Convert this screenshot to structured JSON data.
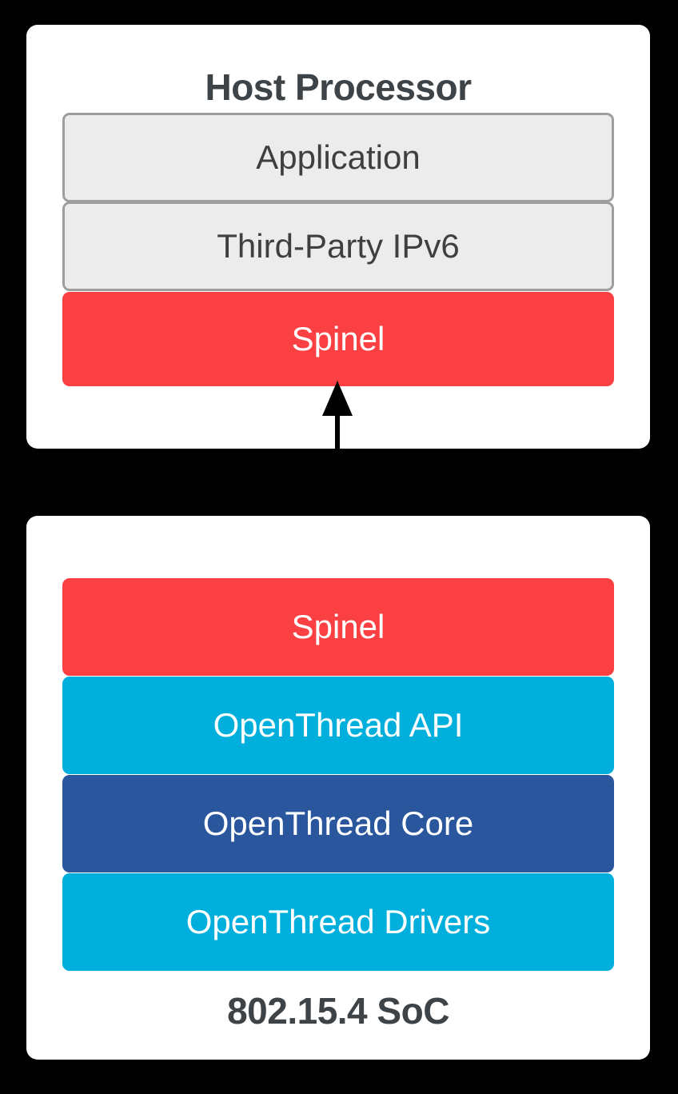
{
  "diagram": {
    "title_role": "openthread-ncp-architecture",
    "background_color": "#000000",
    "card_color": "#ffffff"
  },
  "host": {
    "title": "Host Processor",
    "layers": [
      {
        "label": "Application",
        "style": "gray",
        "fill": "#ececec",
        "border": "#9e9e9e",
        "text_color": "#3f3f3f"
      },
      {
        "label": "Third-Party IPv6",
        "style": "gray",
        "fill": "#ececec",
        "border": "#9e9e9e",
        "text_color": "#3f3f3f"
      },
      {
        "label": "Spinel",
        "style": "filled",
        "fill": "#fb4044",
        "text_color": "#ffffff"
      }
    ]
  },
  "soc": {
    "title": "802.15.4 SoC",
    "layers": [
      {
        "label": "Spinel",
        "style": "filled",
        "fill": "#fb4044",
        "text_color": "#ffffff"
      },
      {
        "label": "OpenThread API",
        "style": "filled",
        "fill": "#00afdb",
        "text_color": "#ffffff"
      },
      {
        "label": "OpenThread Core",
        "style": "filled",
        "fill": "#2a569e",
        "text_color": "#ffffff"
      },
      {
        "label": "OpenThread Drivers",
        "style": "filled",
        "fill": "#00afdb",
        "text_color": "#ffffff"
      }
    ]
  },
  "connector": {
    "name": "spinel-link",
    "kind": "double-headed-vertical-arrow",
    "color": "#000000",
    "from": "Spinel (Host Processor)",
    "to": "Spinel (802.15.4 SoC)"
  }
}
